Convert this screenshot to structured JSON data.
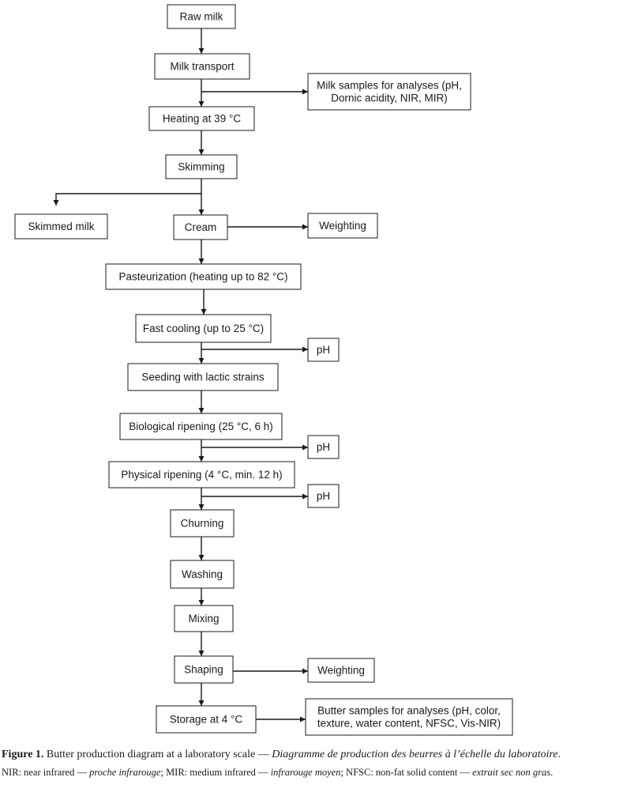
{
  "diagram": {
    "nodes": [
      {
        "id": "raw_milk",
        "lines": [
          "Raw milk"
        ]
      },
      {
        "id": "milk_transport",
        "lines": [
          "Milk transport"
        ]
      },
      {
        "id": "milk_samples",
        "lines": [
          "Milk samples for analyses (pH,",
          "Dornic acidity, NIR, MIR)"
        ]
      },
      {
        "id": "heating",
        "lines": [
          "Heating at 39 °C"
        ]
      },
      {
        "id": "skimming",
        "lines": [
          "Skimming"
        ]
      },
      {
        "id": "skimmed_milk",
        "lines": [
          "Skimmed milk"
        ]
      },
      {
        "id": "cream",
        "lines": [
          "Cream"
        ]
      },
      {
        "id": "weighting_1",
        "lines": [
          "Weighting"
        ]
      },
      {
        "id": "pasteurization",
        "lines": [
          "Pasteurization (heating up to 82 °C)"
        ]
      },
      {
        "id": "fast_cooling",
        "lines": [
          "Fast cooling (up to 25 °C)"
        ]
      },
      {
        "id": "ph_1",
        "lines": [
          "pH"
        ]
      },
      {
        "id": "seeding",
        "lines": [
          "Seeding with lactic strains"
        ]
      },
      {
        "id": "bio_ripening",
        "lines": [
          "Biological ripening (25 °C, 6 h)"
        ]
      },
      {
        "id": "ph_2",
        "lines": [
          "pH"
        ]
      },
      {
        "id": "phys_ripening",
        "lines": [
          "Physical ripening (4 °C, min. 12 h)"
        ]
      },
      {
        "id": "ph_3",
        "lines": [
          "pH"
        ]
      },
      {
        "id": "churning",
        "lines": [
          "Churning"
        ]
      },
      {
        "id": "washing",
        "lines": [
          "Washing"
        ]
      },
      {
        "id": "mixing",
        "lines": [
          "Mixing"
        ]
      },
      {
        "id": "shaping",
        "lines": [
          "Shaping"
        ]
      },
      {
        "id": "weighting_2",
        "lines": [
          "Weighting"
        ]
      },
      {
        "id": "storage",
        "lines": [
          "Storage at 4 °C"
        ]
      },
      {
        "id": "butter_samples",
        "lines": [
          "Butter samples for analyses (pH, color,",
          "texture, water content, NFSC, Vis-NIR)"
        ]
      }
    ],
    "edges": [
      {
        "from": "raw_milk",
        "to": "milk_transport"
      },
      {
        "from": "milk_transport",
        "to": "heating"
      },
      {
        "from": "milk_transport",
        "to": "milk_samples"
      },
      {
        "from": "heating",
        "to": "skimming"
      },
      {
        "from": "skimming",
        "to": "cream"
      },
      {
        "from": "skimming",
        "to": "skimmed_milk"
      },
      {
        "from": "cream",
        "to": "weighting_1"
      },
      {
        "from": "cream",
        "to": "pasteurization"
      },
      {
        "from": "pasteurization",
        "to": "fast_cooling"
      },
      {
        "from": "fast_cooling",
        "to": "seeding"
      },
      {
        "from": "fast_cooling",
        "to": "ph_1"
      },
      {
        "from": "seeding",
        "to": "bio_ripening"
      },
      {
        "from": "bio_ripening",
        "to": "phys_ripening"
      },
      {
        "from": "bio_ripening",
        "to": "ph_2"
      },
      {
        "from": "phys_ripening",
        "to": "churning"
      },
      {
        "from": "phys_ripening",
        "to": "ph_3"
      },
      {
        "from": "churning",
        "to": "washing"
      },
      {
        "from": "washing",
        "to": "mixing"
      },
      {
        "from": "mixing",
        "to": "shaping"
      },
      {
        "from": "shaping",
        "to": "weighting_2"
      },
      {
        "from": "shaping",
        "to": "storage"
      },
      {
        "from": "storage",
        "to": "butter_samples"
      }
    ]
  },
  "caption": {
    "label": "Figure 1.",
    "text": " Butter production diagram at a laboratory scale — ",
    "text_fr": "Diagramme de production des beurres à l’échelle du laboratoire",
    "end": "."
  },
  "notes": {
    "nir_abbr": "NIR: near infrared — ",
    "nir_fr": "proche infrarouge",
    "mir_abbr": "; MIR: medium infrared — ",
    "mir_fr": "infrarouge moyen",
    "nfsc_abbr": "; NFSC: non-fat solid content — ",
    "nfsc_fr": "extrait sec non gras",
    "end": "."
  }
}
